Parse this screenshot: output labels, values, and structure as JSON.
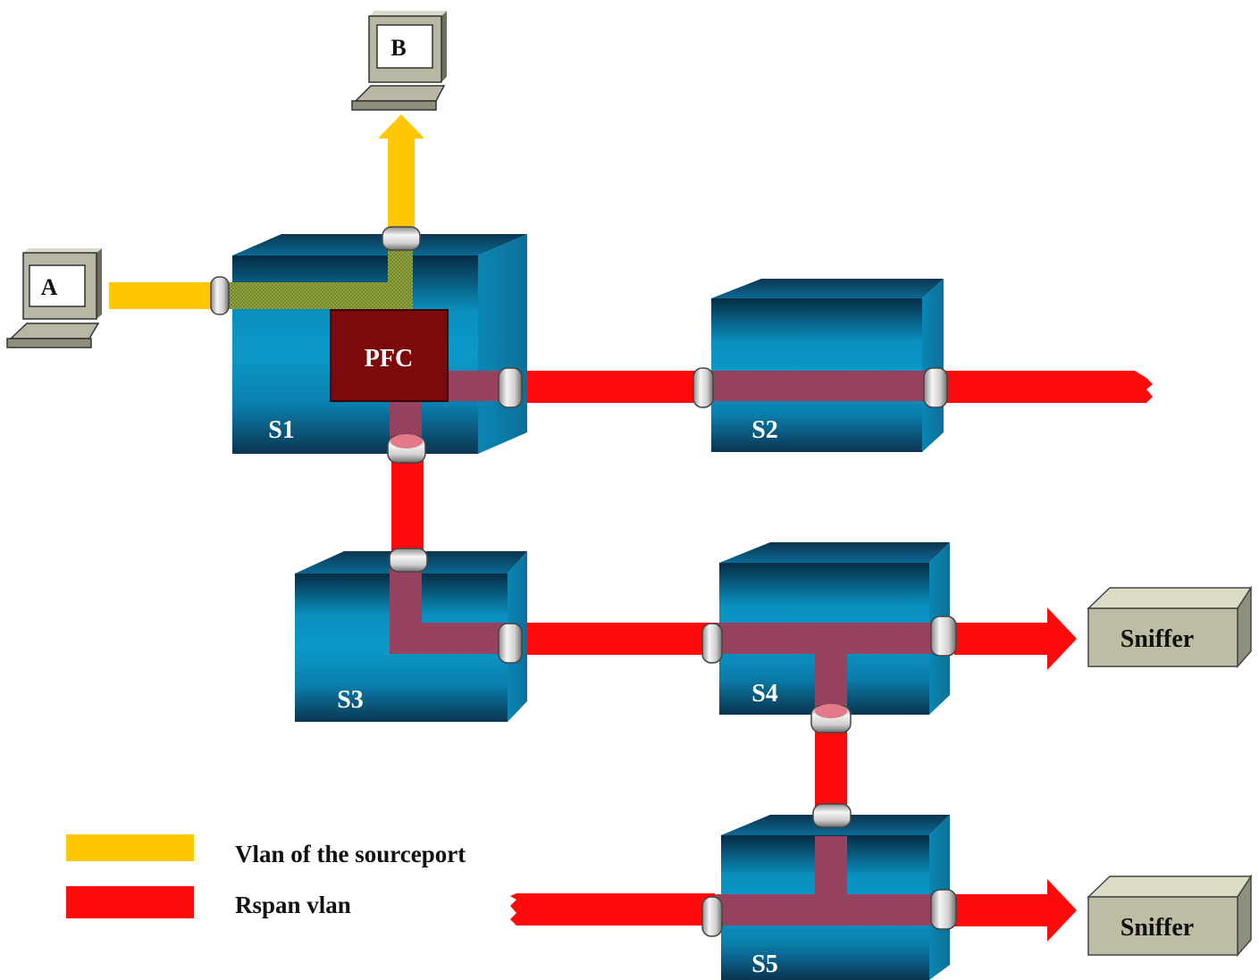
{
  "hosts": {
    "a": "A",
    "b": "B"
  },
  "switches": {
    "s1": "S1",
    "s2": "S2",
    "s3": "S3",
    "s4": "S4",
    "s5": "S5"
  },
  "pfc": "PFC",
  "sniffers": {
    "top": "Sniffer",
    "bottom": "Sniffer"
  },
  "legend": {
    "source_vlan": "Vlan of the sourceport",
    "rspan_vlan": "Rspan vlan"
  },
  "colors": {
    "source_vlan": "#FFC800",
    "rspan_vlan": "#FF0A0A",
    "switch_face": "#0A8FBE",
    "switch_dark": "#0A3F5E",
    "pfc": "#7D0A0A",
    "sniffer": "#BDBDA3"
  }
}
